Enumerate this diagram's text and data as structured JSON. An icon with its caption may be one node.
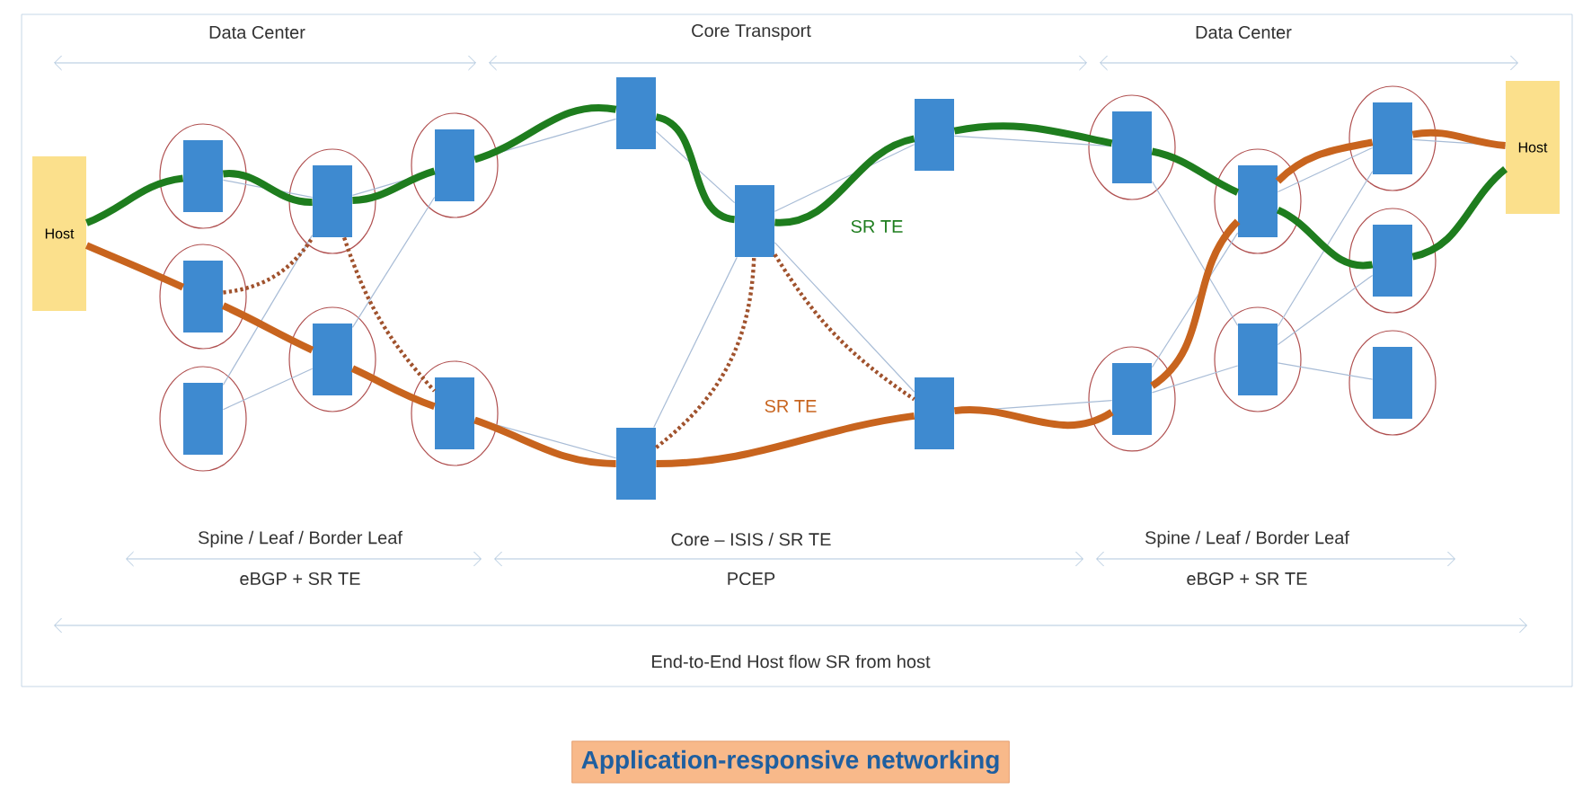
{
  "diagram": {
    "caption": "Application-responsive networking",
    "nodes": [
      {
        "text": [
          "Host"
        ]
      },
      {
        "text": [],
        "shape": "box"
      },
      {
        "text": [],
        "shape": "box"
      },
      {
        "text": [],
        "shape": "box"
      },
      {
        "text": [],
        "shape": "box"
      },
      {
        "text": [],
        "shape": "box"
      },
      {
        "text": [],
        "shape": "box"
      },
      {
        "text": [],
        "shape": "box"
      },
      {
        "text": [],
        "shape": "box"
      },
      {
        "text": [],
        "shape": "box"
      },
      {
        "text": [],
        "shape": "box"
      },
      {
        "text": [],
        "shape": "box"
      },
      {
        "text": [],
        "shape": "box"
      },
      {
        "text": [],
        "shape": "box"
      },
      {
        "text": [],
        "shape": "box"
      },
      {
        "text": [],
        "shape": "box"
      },
      {
        "text": [],
        "shape": "box"
      },
      {
        "text": [],
        "shape": "box"
      },
      {
        "text": [],
        "shape": "box"
      },
      {
        "text": [],
        "shape": "box"
      },
      {
        "text": [
          "Host"
        ]
      }
    ],
    "edges": [
      {
        "from": 1,
        "to": 4,
        "arrow": "none"
      },
      {
        "from": 3,
        "to": 4,
        "arrow": "none"
      },
      {
        "from": 3,
        "to": 5,
        "arrow": "none"
      },
      {
        "from": 4,
        "to": 6,
        "arrow": "none"
      },
      {
        "from": 5,
        "to": 6,
        "arrow": "none"
      },
      {
        "from": 6,
        "to": 8,
        "arrow": "none"
      },
      {
        "from": 7,
        "to": 10,
        "arrow": "none"
      },
      {
        "from": 8,
        "to": 9,
        "arrow": "none"
      },
      {
        "from": 9,
        "to": 10,
        "arrow": "none"
      },
      {
        "from": 9,
        "to": 11,
        "arrow": "none"
      },
      {
        "from": 9,
        "to": 12,
        "arrow": "none"
      },
      {
        "from": 11,
        "to": 13,
        "arrow": "none"
      },
      {
        "from": 12,
        "to": 14,
        "arrow": "none"
      },
      {
        "from": 13,
        "to": 16,
        "arrow": "none"
      },
      {
        "from": 14,
        "to": 15,
        "arrow": "none"
      },
      {
        "from": 14,
        "to": 16,
        "arrow": "none"
      },
      {
        "from": 15,
        "to": 17,
        "arrow": "none"
      },
      {
        "from": 16,
        "to": 17,
        "arrow": "none"
      },
      {
        "from": 16,
        "to": 18,
        "arrow": "none"
      },
      {
        "from": 16,
        "to": 19,
        "arrow": "none"
      },
      {
        "from": 17,
        "to": 20,
        "arrow": "none"
      },
      {
        "from": 2,
        "to": 4,
        "arrow": "none",
        "style": "dashed",
        "color": "#a0522d"
      },
      {
        "from": 4,
        "to": 7,
        "arrow": "none",
        "style": "dashed",
        "color": "#a0522d"
      },
      {
        "from": 10,
        "to": 9,
        "arrow": "none",
        "style": "dashed",
        "color": "#a0522d"
      },
      {
        "from": 9,
        "to": 12,
        "arrow": "none",
        "style": "dashed",
        "color": "#a0522d"
      },
      {
        "from": 0,
        "to": 1,
        "arrow": "none",
        "style": "thick",
        "color": "#1e7d1e"
      },
      {
        "from": 1,
        "to": 4,
        "arrow": "none",
        "style": "thick",
        "color": "#1e7d1e"
      },
      {
        "from": 4,
        "to": 6,
        "arrow": "none",
        "style": "thick",
        "color": "#1e7d1e"
      },
      {
        "from": 6,
        "to": 8,
        "arrow": "none",
        "style": "thick",
        "color": "#1e7d1e"
      },
      {
        "from": 8,
        "to": 9,
        "arrow": "none",
        "style": "thick",
        "color": "#1e7d1e"
      },
      {
        "from": 9,
        "to": 11,
        "arrow": "none",
        "label": "SR TE",
        "style": "thick",
        "color": "#1e7d1e"
      },
      {
        "from": 11,
        "to": 13,
        "arrow": "none",
        "style": "thick",
        "color": "#1e7d1e"
      },
      {
        "from": 13,
        "to": 15,
        "arrow": "none",
        "style": "thick",
        "color": "#1e7d1e"
      },
      {
        "from": 15,
        "to": 18,
        "arrow": "none",
        "style": "thick",
        "color": "#1e7d1e"
      },
      {
        "from": 18,
        "to": 20,
        "arrow": "none",
        "style": "thick",
        "color": "#1e7d1e"
      },
      {
        "from": 0,
        "to": 2,
        "arrow": "none",
        "style": "thick",
        "color": "#c8641e"
      },
      {
        "from": 2,
        "to": 5,
        "arrow": "none",
        "style": "thick",
        "color": "#c8641e"
      },
      {
        "from": 5,
        "to": 7,
        "arrow": "none",
        "style": "thick",
        "color": "#c8641e"
      },
      {
        "from": 7,
        "to": 10,
        "arrow": "none",
        "style": "thick",
        "color": "#c8641e"
      },
      {
        "from": 10,
        "to": 12,
        "arrow": "none",
        "label": "SR TE",
        "style": "thick",
        "color": "#c8641e"
      },
      {
        "from": 12,
        "to": 14,
        "arrow": "none",
        "style": "thick",
        "color": "#c8641e"
      },
      {
        "from": 14,
        "to": 15,
        "arrow": "none",
        "style": "thick",
        "color": "#c8641e"
      },
      {
        "from": 15,
        "to": 17,
        "arrow": "none",
        "style": "thick",
        "color": "#c8641e"
      },
      {
        "from": 17,
        "to": 20,
        "arrow": "none",
        "style": "thick",
        "color": "#c8641e"
      }
    ],
    "labels": [
      "Data Center",
      "Core Transport",
      "Data Center",
      "Spine / Leaf / Border Leaf",
      "Core – ISIS / SR TE",
      "Spine / Leaf / Border Leaf",
      "eBGP + SR TE",
      "PCEP",
      "eBGP + SR TE",
      "End-to-End Host flow SR from host"
    ]
  }
}
